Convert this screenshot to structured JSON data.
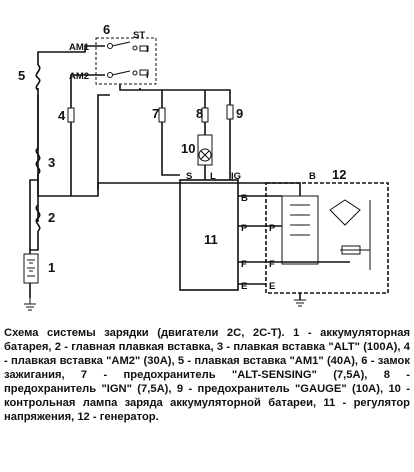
{
  "diagram": {
    "labels": {
      "n1": "1",
      "n2": "2",
      "n3": "3",
      "n4": "4",
      "n5": "5",
      "n6": "6",
      "n7": "7",
      "n8": "8",
      "n9": "9",
      "n10": "10",
      "n11": "11",
      "n12": "12",
      "am1": "AM1",
      "am2": "AM2",
      "s": "S",
      "l": "L",
      "ig": "IG",
      "b_reg": "B",
      "p_reg": "P",
      "f_reg": "F",
      "e_reg": "E",
      "b_gen": "B",
      "p_gen": "P",
      "f_gen": "F",
      "e_gen": "E"
    }
  },
  "caption": "Схема системы зарядки (двигатели 2С, 2С-Т). 1 - аккумуляторная батарея, 2 - главная плавкая вставка, 3 - плавкая вставка \"ALT\" (100A), 4 - плавкая вставка \"AM2\" (30A), 5 - плавкая вставка \"AM1\" (40A), 6 - замок зажигания, 7 - предохранитель \"ALT-SENSING\" (7,5A), 8 - предохранитель \"IGN\" (7,5A), 9 - предохранитель \"GAUGE\" (10A), 10 - контрольная лампа заряда аккумуляторной батареи, 11 - регулятор напряжения, 12 - генератор."
}
